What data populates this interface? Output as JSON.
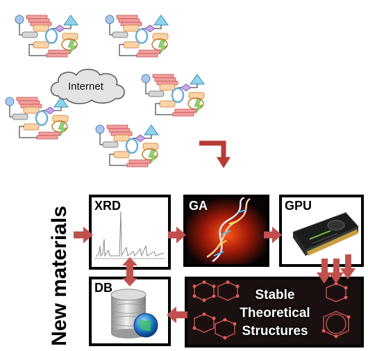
{
  "network": {
    "cloud_label": "Internet"
  },
  "pipeline": {
    "side_title": "New materials",
    "xrd_label": "XRD",
    "ga_label": "GA",
    "gpu_label": "GPU",
    "db_label": "DB",
    "structures_lines": [
      "Stable",
      "Theoretical",
      "Structures"
    ]
  },
  "colors": {
    "arrow": "#c0504d",
    "network_arrow": "#b83a35",
    "panel_border": "#000000",
    "structures_bg": "#1a1010"
  },
  "icons": [
    "workflow-diagram-icon",
    "cloud-icon",
    "dna-helix-icon",
    "gpu-card-icon",
    "database-icon",
    "globe-icon"
  ]
}
